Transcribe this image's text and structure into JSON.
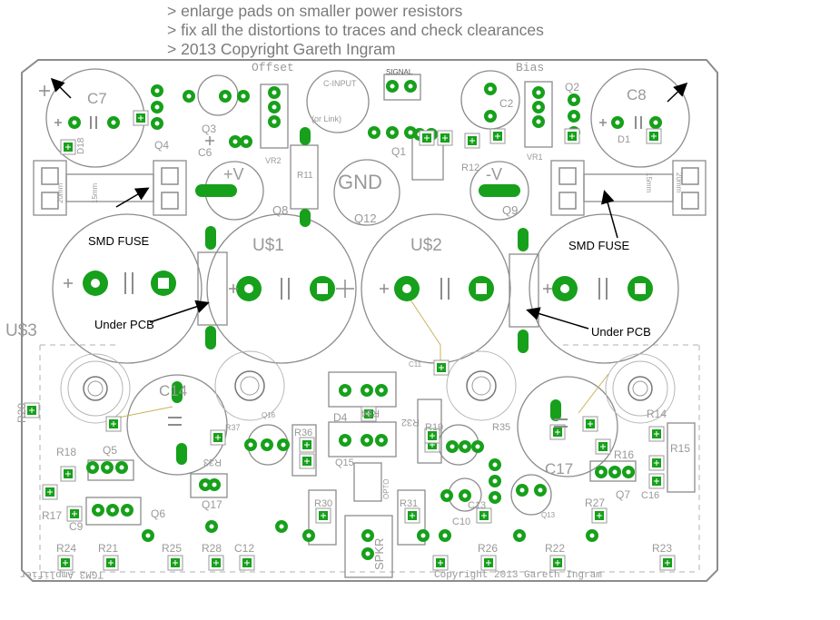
{
  "notes": [
    "> enlarge pads on smaller power resistors",
    "> fix all the distortions to traces and check clearances",
    "> 2013 Copyright Gareth Ingram"
  ],
  "colors": {
    "pad": "#17a01b",
    "silk": "#8c8c8c",
    "outline": "#9a9a9a",
    "label": "#000000"
  },
  "callouts": {
    "smd_fuse_left": "SMD FUSE",
    "smd_fuse_right": "SMD FUSE",
    "under_pcb_left": "Under PCB",
    "under_pcb_right": "Under PCB"
  },
  "silk": {
    "offset": "Offset",
    "bias": "Bias",
    "c_input": "C-INPUT",
    "or_link": "(or Link)",
    "signal": "SIGNAL",
    "gnd": "GND",
    "plus_v": "+V",
    "minus_v": "-V",
    "vr2": "VR2",
    "vr1": "VR1",
    "c7": "C7",
    "c8": "C8",
    "c14": "C14",
    "c17": "C17",
    "c2": "C2",
    "c6": "C6",
    "c9": "C9",
    "c10": "C10",
    "c11": "C11",
    "c12": "C12",
    "c13": "C13",
    "c16": "C16",
    "us1": "U$1",
    "us2": "U$2",
    "us3": "U$3",
    "q1": "Q1",
    "q2": "Q2",
    "q3": "Q3",
    "q4": "Q4",
    "q5": "Q5",
    "q6": "Q6",
    "q7": "Q7",
    "q8": "Q8",
    "q9": "Q9",
    "q12": "Q12",
    "q13": "Q13",
    "q15": "Q15",
    "q16": "Q16",
    "q17": "Q17",
    "d1": "D1",
    "d4": "D4",
    "d18": "D18",
    "opto": "OPTO",
    "spkr": "SPKR",
    "r11": "R11",
    "r12": "R12",
    "r14": "R14",
    "r15": "R15",
    "r16": "R16",
    "r17": "R17",
    "r18": "R18",
    "r19": "R19",
    "r20": "R20",
    "r21": "R21",
    "r22": "R22",
    "r23": "R23",
    "r24": "R24",
    "r25": "R25",
    "r26": "R26",
    "r27": "R27",
    "r28": "R28",
    "r30": "R30",
    "r31": "R31",
    "r32": "R32",
    "r33": "R33",
    "r34": "R34",
    "r35": "R35",
    "r36": "R36",
    "r37": "R37",
    "mm20": "20mm",
    "mm15": "15mm",
    "copyright_left": "TGM3 Amplifier",
    "copyright_right": "Copyright 2013 Gareth Ingram"
  }
}
